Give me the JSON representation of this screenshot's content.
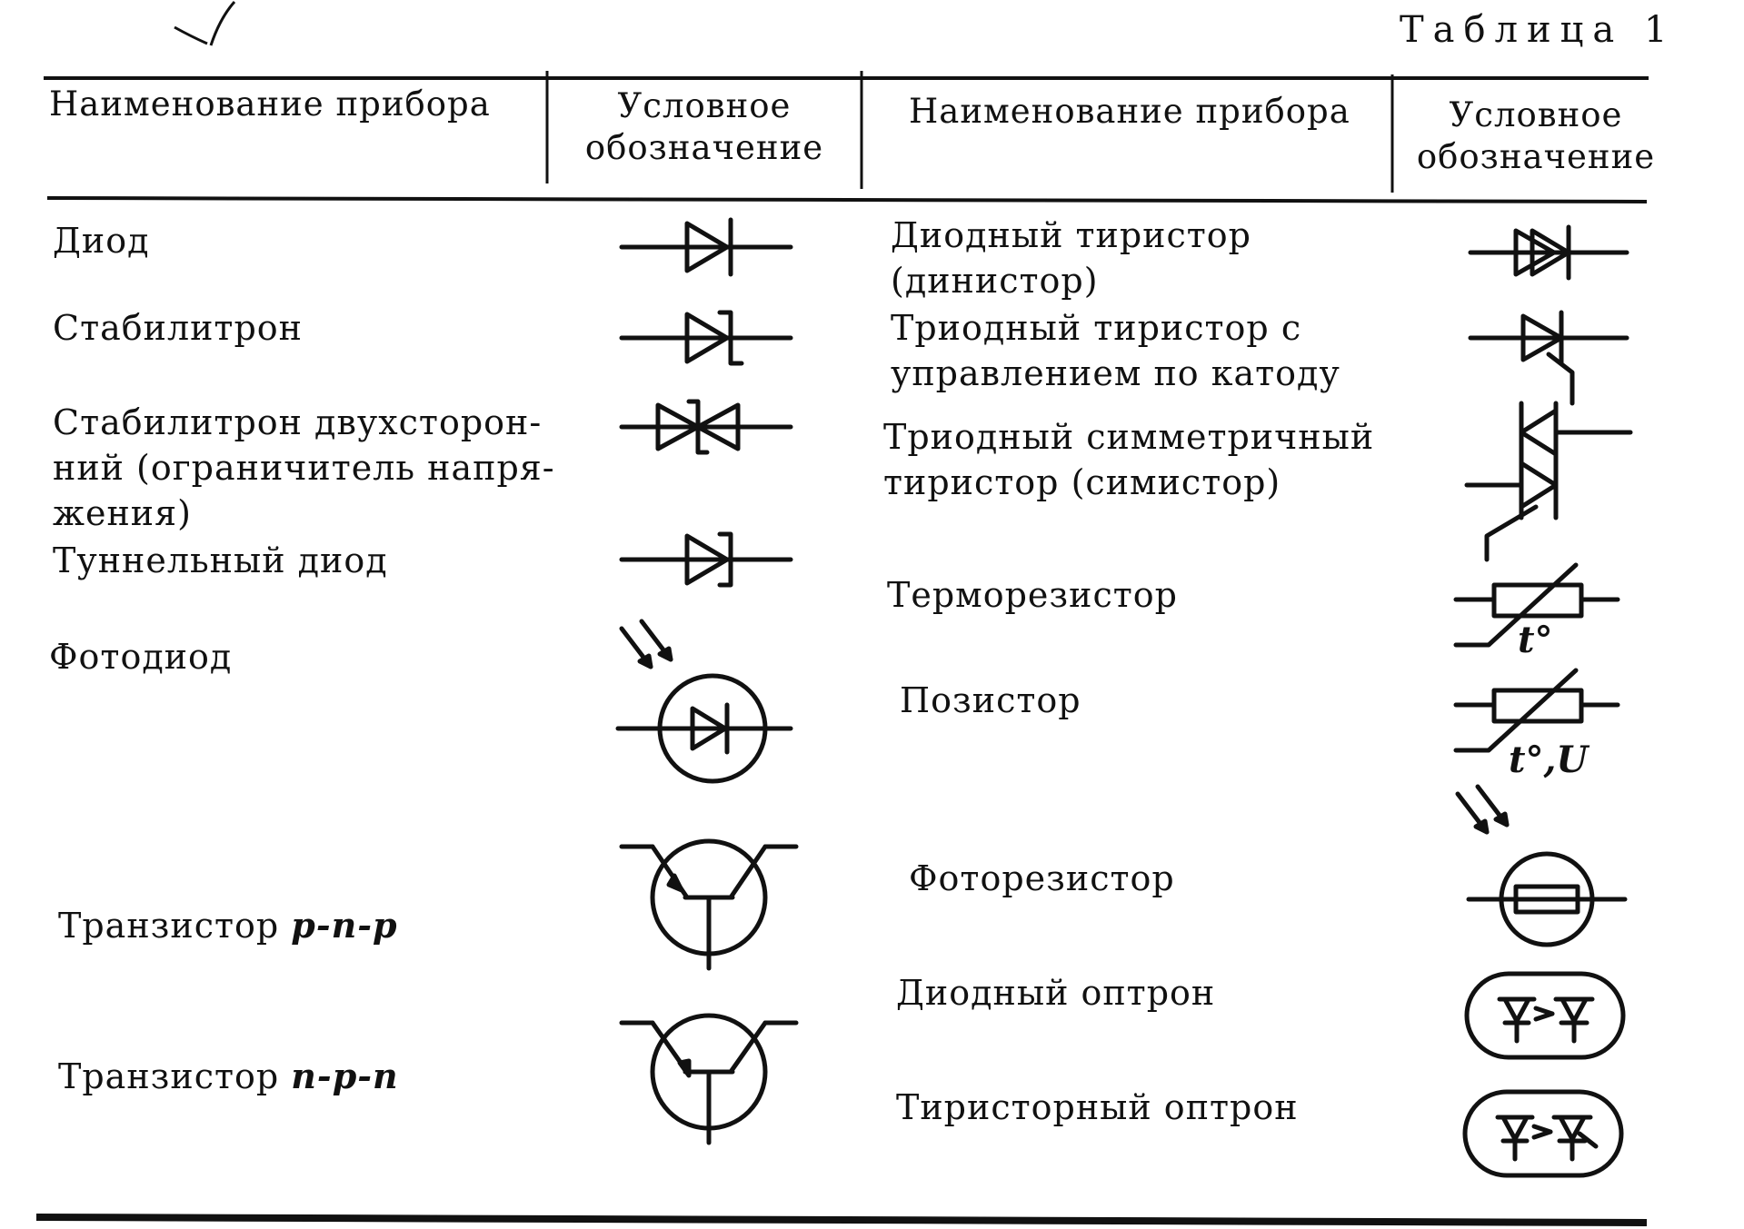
{
  "table": {
    "caption": "Таблица 1",
    "headers": {
      "name_left": "Наименование прибора",
      "symbol_left": "Условное\nобозначение",
      "name_right": "Наименование прибора",
      "symbol_right": "Условное\nобозначение"
    },
    "left_rows": [
      {
        "label": "Диод",
        "symbol": "diode"
      },
      {
        "label": "Стабилитрон",
        "symbol": "zener-diode"
      },
      {
        "label": "Стабилитрон двухсторон-\nний (ограничитель напря-\nжения)",
        "symbol": "bidirectional-zener"
      },
      {
        "label": "Туннельный диод",
        "symbol": "tunnel-diode"
      },
      {
        "label": "Фотодиод",
        "symbol": "photodiode"
      },
      {
        "label_prefix": "Транзистор ",
        "label_italic": "p-n-p",
        "symbol": "pnp-transistor"
      },
      {
        "label_prefix": "Транзистор ",
        "label_italic": "n-p-n",
        "symbol": "npn-transistor"
      }
    ],
    "right_rows": [
      {
        "label": "Диодный тиристор\n(динистор)",
        "symbol": "dinistor"
      },
      {
        "label": "Триодный тиристор с\nуправлением по катоду",
        "symbol": "cathode-thyristor"
      },
      {
        "label": "Триодный симметричный\nтиристор (симистор)",
        "symbol": "triac"
      },
      {
        "label": "Терморезистор",
        "symbol": "thermistor",
        "symbol_text": "t°"
      },
      {
        "label": "Позистор",
        "symbol": "posistor",
        "symbol_text": "t°,U"
      },
      {
        "label": "Фоторезистор",
        "symbol": "photoresistor"
      },
      {
        "label": "Диодный оптрон",
        "symbol": "diode-optocoupler"
      },
      {
        "label": "Тиристорный оптрон",
        "symbol": "thyristor-optocoupler"
      }
    ]
  }
}
